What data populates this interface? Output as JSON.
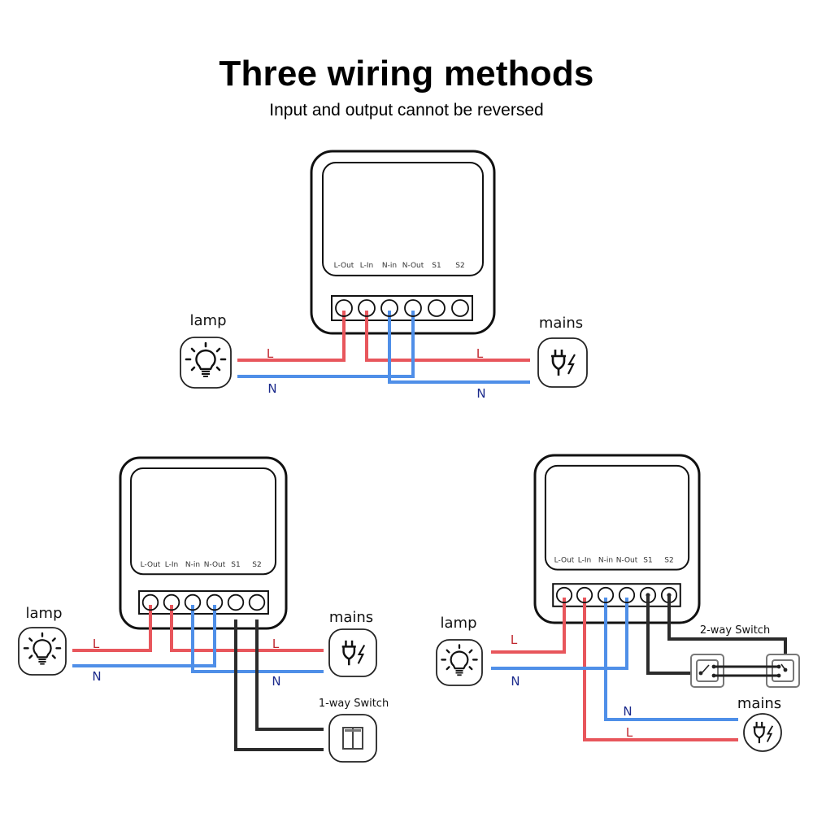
{
  "title": "Three wiring methods",
  "subtitle": "Input and output cannot be reversed",
  "colors": {
    "live": "#e8565c",
    "neutral": "#4f8fe8",
    "switch_wire": "#2b2b2b",
    "live_label": "#c0262d",
    "neutral_label": "#1b2a8c",
    "outline": "#111111"
  },
  "terminals": [
    "L-Out",
    "L-In",
    "N-in",
    "N-Out",
    "S1",
    "S2"
  ],
  "devices": {
    "lamp": "lamp",
    "mains": "mains",
    "switch_1way": "1-way Switch",
    "switch_2way": "2-way Switch"
  },
  "wire_labels": {
    "live": "L",
    "neutral": "N"
  },
  "icons": {
    "lamp": "lightbulb-icon",
    "mains": "plug-lightning-icon",
    "switch_1way": "rocker-switch-icon",
    "switch_2way": "two-way-switch-icon"
  },
  "diagrams": [
    {
      "id": "no-switch",
      "has_switch": false
    },
    {
      "id": "one-way-switch",
      "has_switch": true,
      "switch_type": "1-way Switch"
    },
    {
      "id": "two-way-switch",
      "has_switch": true,
      "switch_type": "2-way Switch"
    }
  ]
}
